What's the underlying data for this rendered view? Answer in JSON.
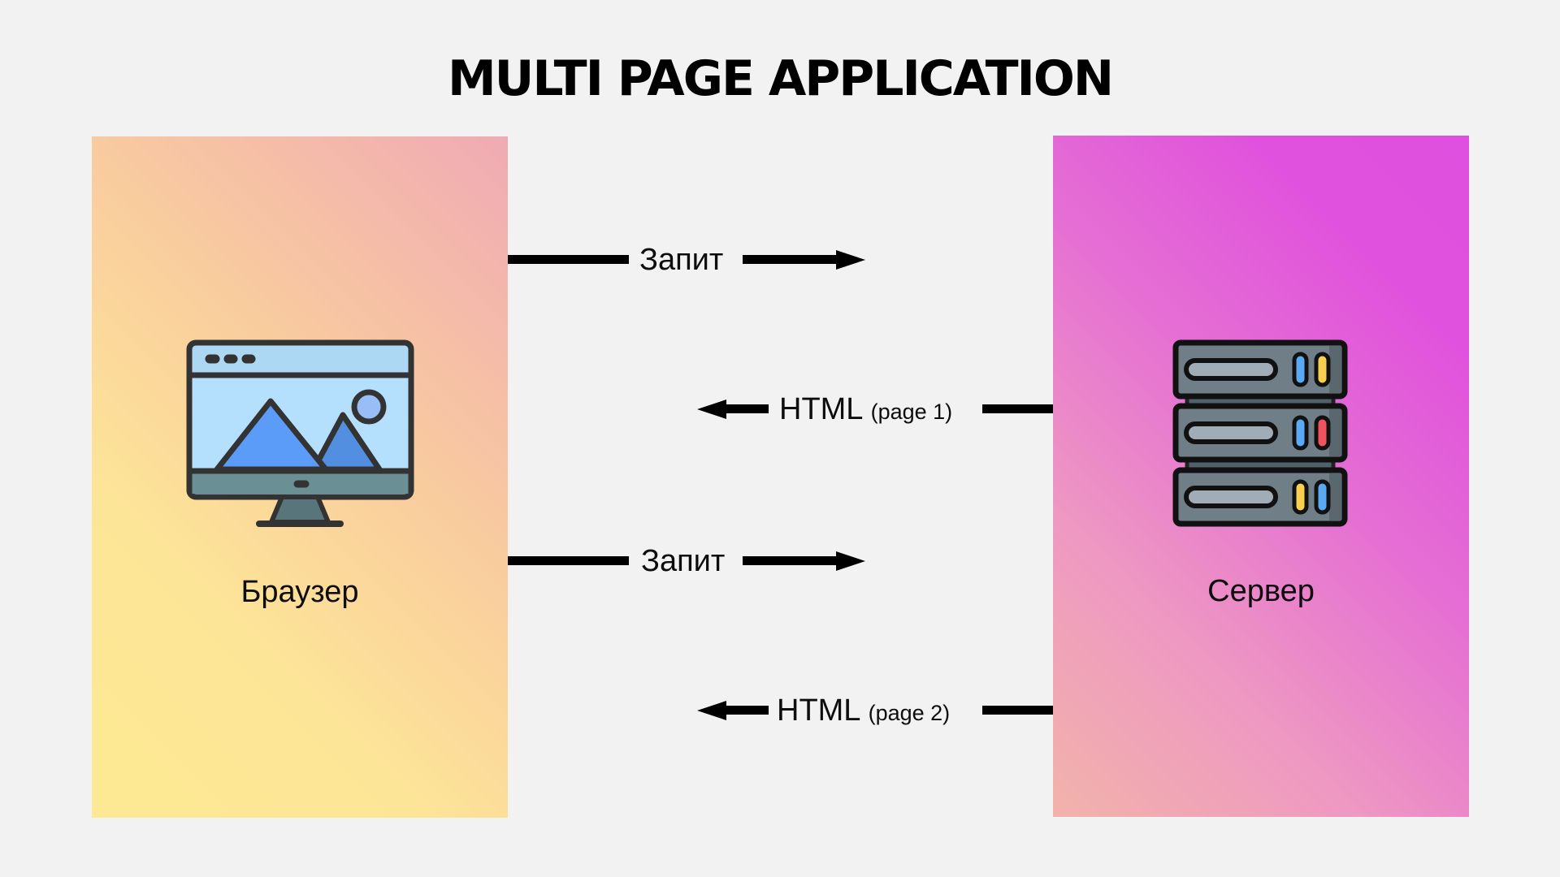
{
  "title": "MULTI PAGE APPLICATION",
  "browser": {
    "label": "Браузер",
    "icon": "desktop-browser-icon",
    "gradient": [
      "#fde993",
      "#f9cc9e",
      "#f0aab4"
    ]
  },
  "server": {
    "label": "Сервер",
    "icon": "server-rack-icon",
    "gradient": [
      "#f2b3aa",
      "#ee98c2",
      "#df4fe0"
    ],
    "leds": [
      [
        "#5aa9f5",
        "#f8cf4f"
      ],
      [
        "#5aa9f5",
        "#f0535d"
      ],
      [
        "#f8cf4f",
        "#5aa9f5"
      ]
    ]
  },
  "flows": [
    {
      "direction": "right",
      "label": "Запит",
      "suffix": ""
    },
    {
      "direction": "left",
      "label": "HTML",
      "suffix": "(page 1)"
    },
    {
      "direction": "right",
      "label": "Запит",
      "suffix": ""
    },
    {
      "direction": "left",
      "label": "HTML",
      "suffix": "(page 2)"
    }
  ]
}
